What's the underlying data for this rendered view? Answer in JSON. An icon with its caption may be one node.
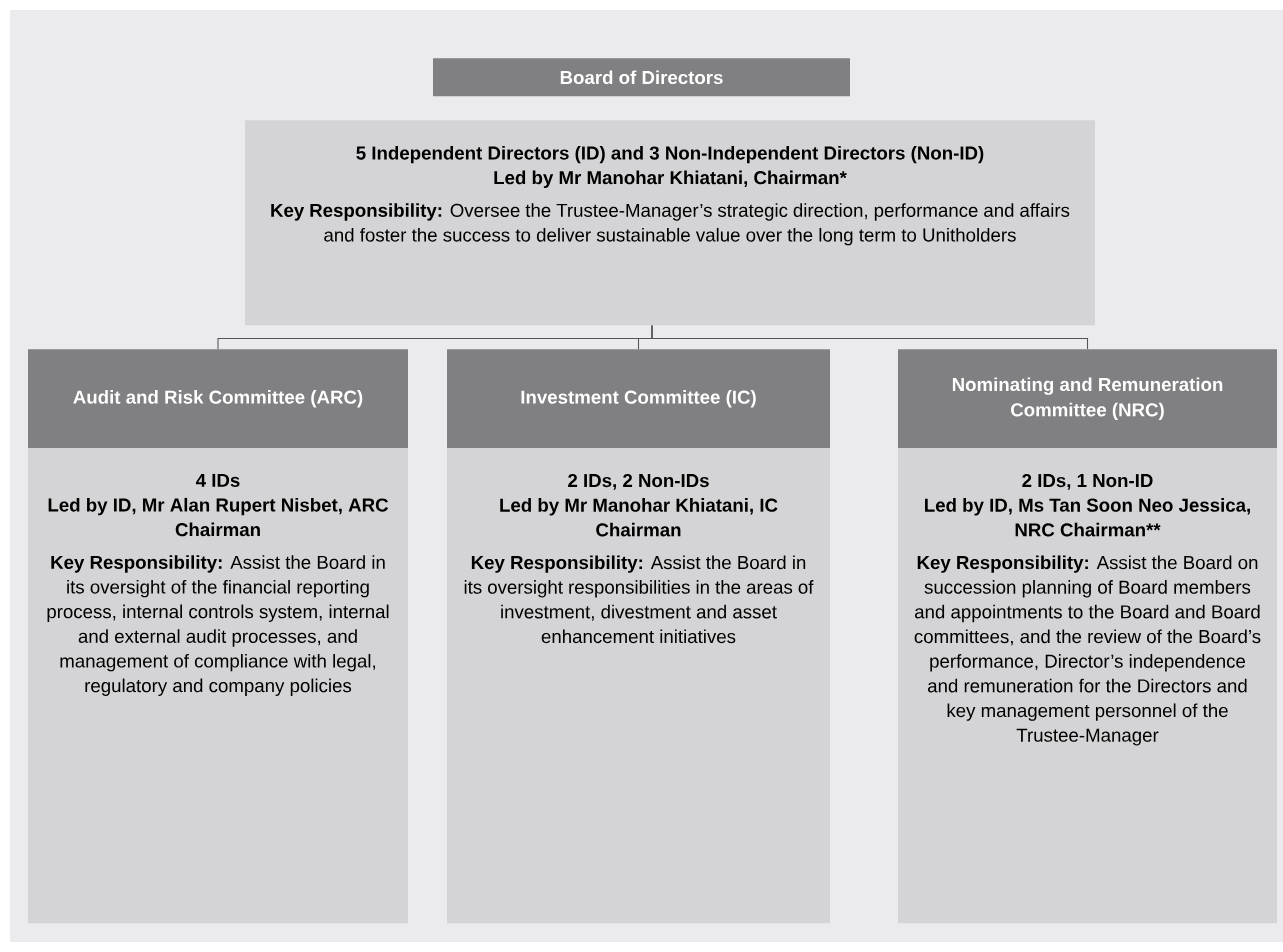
{
  "diagram": {
    "nodes": [
      {
        "text": [
          "Board of Directors"
        ]
      },
      {
        "text": [
          "5 Independent Directors (ID) and 3 Non-Independent Directors (Non-ID)",
          "Led by Mr Manohar Khiatani, Chairman*",
          "**Key Responsibility:** Oversee the Trustee-Manager’s strategic direction, performance and affairs and foster the success to deliver sustainable value over the long term to Unitholders"
        ]
      },
      {
        "text": [
          "Audit and Risk Committee (ARC)"
        ]
      },
      {
        "text": [
          "4 IDs",
          "Led by ID, Mr Alan Rupert Nisbet, ARC Chairman",
          "**Key Responsibility:** Assist the Board in its oversight of the financial reporting process, internal controls system, internal and external audit processes, and management of compliance with legal, regulatory and company policies"
        ]
      },
      {
        "text": [
          "Investment Committee (IC)"
        ]
      },
      {
        "text": [
          "2 IDs, 2 Non-IDs",
          "Led by Mr Manohar Khiatani, IC Chairman",
          "**Key Responsibility:** Assist the Board in its oversight responsibilities in the areas of investment, divestment and asset enhancement initiatives"
        ]
      },
      {
        "text": [
          "Nominating and Remuneration Committee (NRC)"
        ]
      },
      {
        "text": [
          "2 IDs, 1 Non-ID",
          "Led by ID, Ms Tan Soon Neo Jessica, NRC Chairman**",
          "**Key Responsibility:** Assist the Board on succession planning of Board members and appointments to the Board and Board committees, and the review of the Board’s performance, Director’s independence and remuneration for the Directors and key management personnel of the Trustee-Manager"
        ]
      }
    ],
    "edges": [
      {
        "from": 1,
        "to": 2,
        "arrow": "none"
      },
      {
        "from": 1,
        "to": 4,
        "arrow": "none"
      },
      {
        "from": 1,
        "to": 6,
        "arrow": "none"
      }
    ]
  }
}
